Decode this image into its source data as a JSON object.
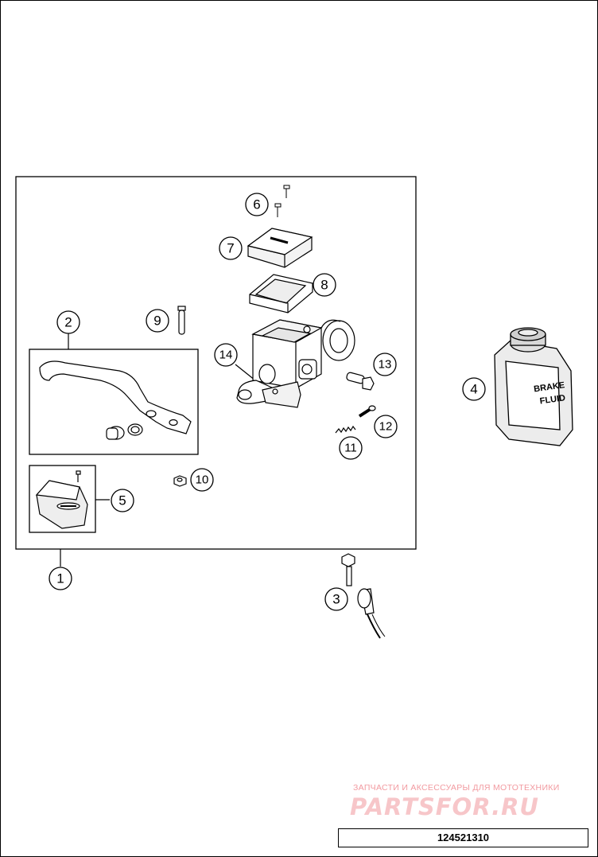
{
  "callouts": [
    "1",
    "2",
    "3",
    "4",
    "5",
    "6",
    "7",
    "8",
    "9",
    "10",
    "11",
    "12",
    "13",
    "14"
  ],
  "bottle_label": {
    "line1": "BRAKE",
    "line2": "FLUID"
  },
  "watermark": {
    "subtitle": "ЗАПЧАСТИ И АКСЕССУАРЫ ДЛЯ МОТОТЕХНИКИ",
    "brand": "PARTSFOR.RU"
  },
  "diagram_code": "124521310"
}
